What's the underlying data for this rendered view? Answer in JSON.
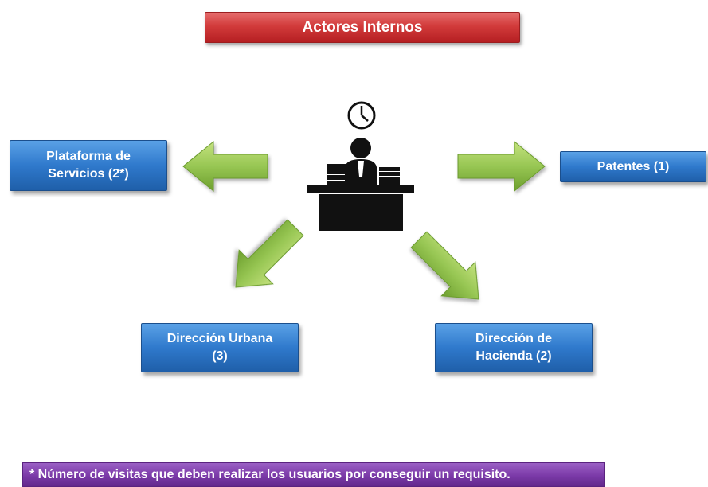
{
  "title": "Actores Internos",
  "actors": {
    "plataforma": {
      "line1": "Plataforma de",
      "line2": "Servicios (2*)"
    },
    "patentes": {
      "line1": "Patentes (1)"
    },
    "urbana": {
      "line1": "Dirección Urbana",
      "line2": "(3)"
    },
    "hacienda": {
      "line1": "Dirección de",
      "line2": "Hacienda (2)"
    }
  },
  "footnote": "* Número de visitas que deben realizar los usuarios por conseguir un requisito.",
  "icons": {
    "center": "clerk-at-desk-with-clock-icon",
    "arrows": "green-arrow-icon"
  },
  "colors": {
    "title": "#d23b3b",
    "actor": "#2f79cc",
    "arrow": "#8fc24a",
    "footnote": "#7b3aa8"
  }
}
